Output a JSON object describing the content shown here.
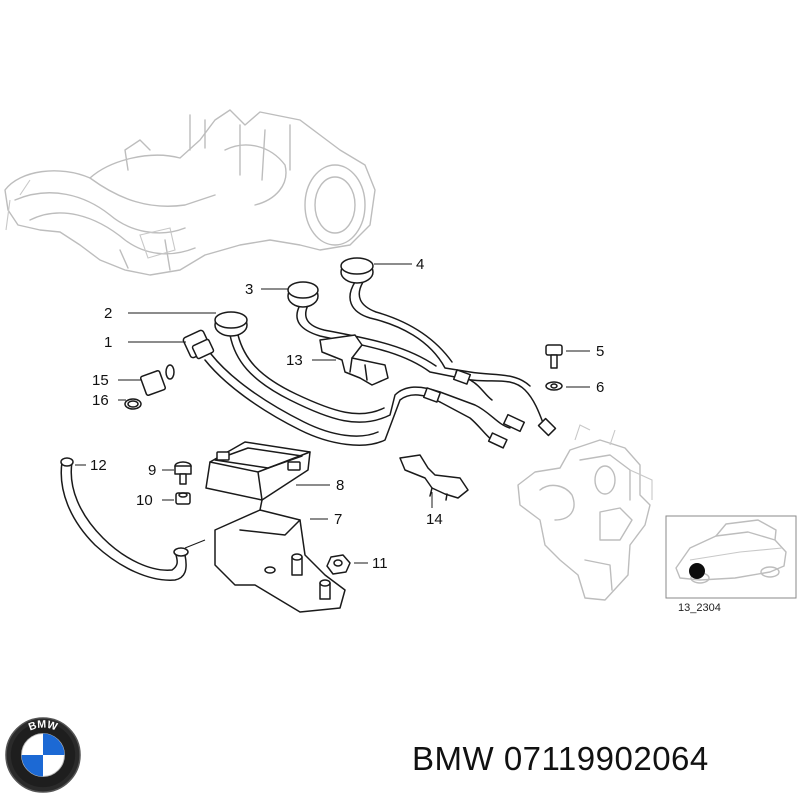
{
  "callouts": [
    {
      "label": "1"
    },
    {
      "label": "2"
    },
    {
      "label": "3"
    },
    {
      "label": "4"
    },
    {
      "label": "5"
    },
    {
      "label": "6"
    },
    {
      "label": "7"
    },
    {
      "label": "8"
    },
    {
      "label": "9"
    },
    {
      "label": "10"
    },
    {
      "label": "11"
    },
    {
      "label": "12"
    },
    {
      "label": "13"
    },
    {
      "label": "14"
    },
    {
      "label": "15"
    },
    {
      "label": "16"
    }
  ],
  "inset": {
    "ref_code": "13_2304"
  },
  "footer": {
    "brand": "BMW",
    "part_number": "07119902064",
    "text": "BMW 07119902064"
  },
  "logo": {
    "letters": "BMW",
    "brand_blue": "#1c69d4"
  }
}
